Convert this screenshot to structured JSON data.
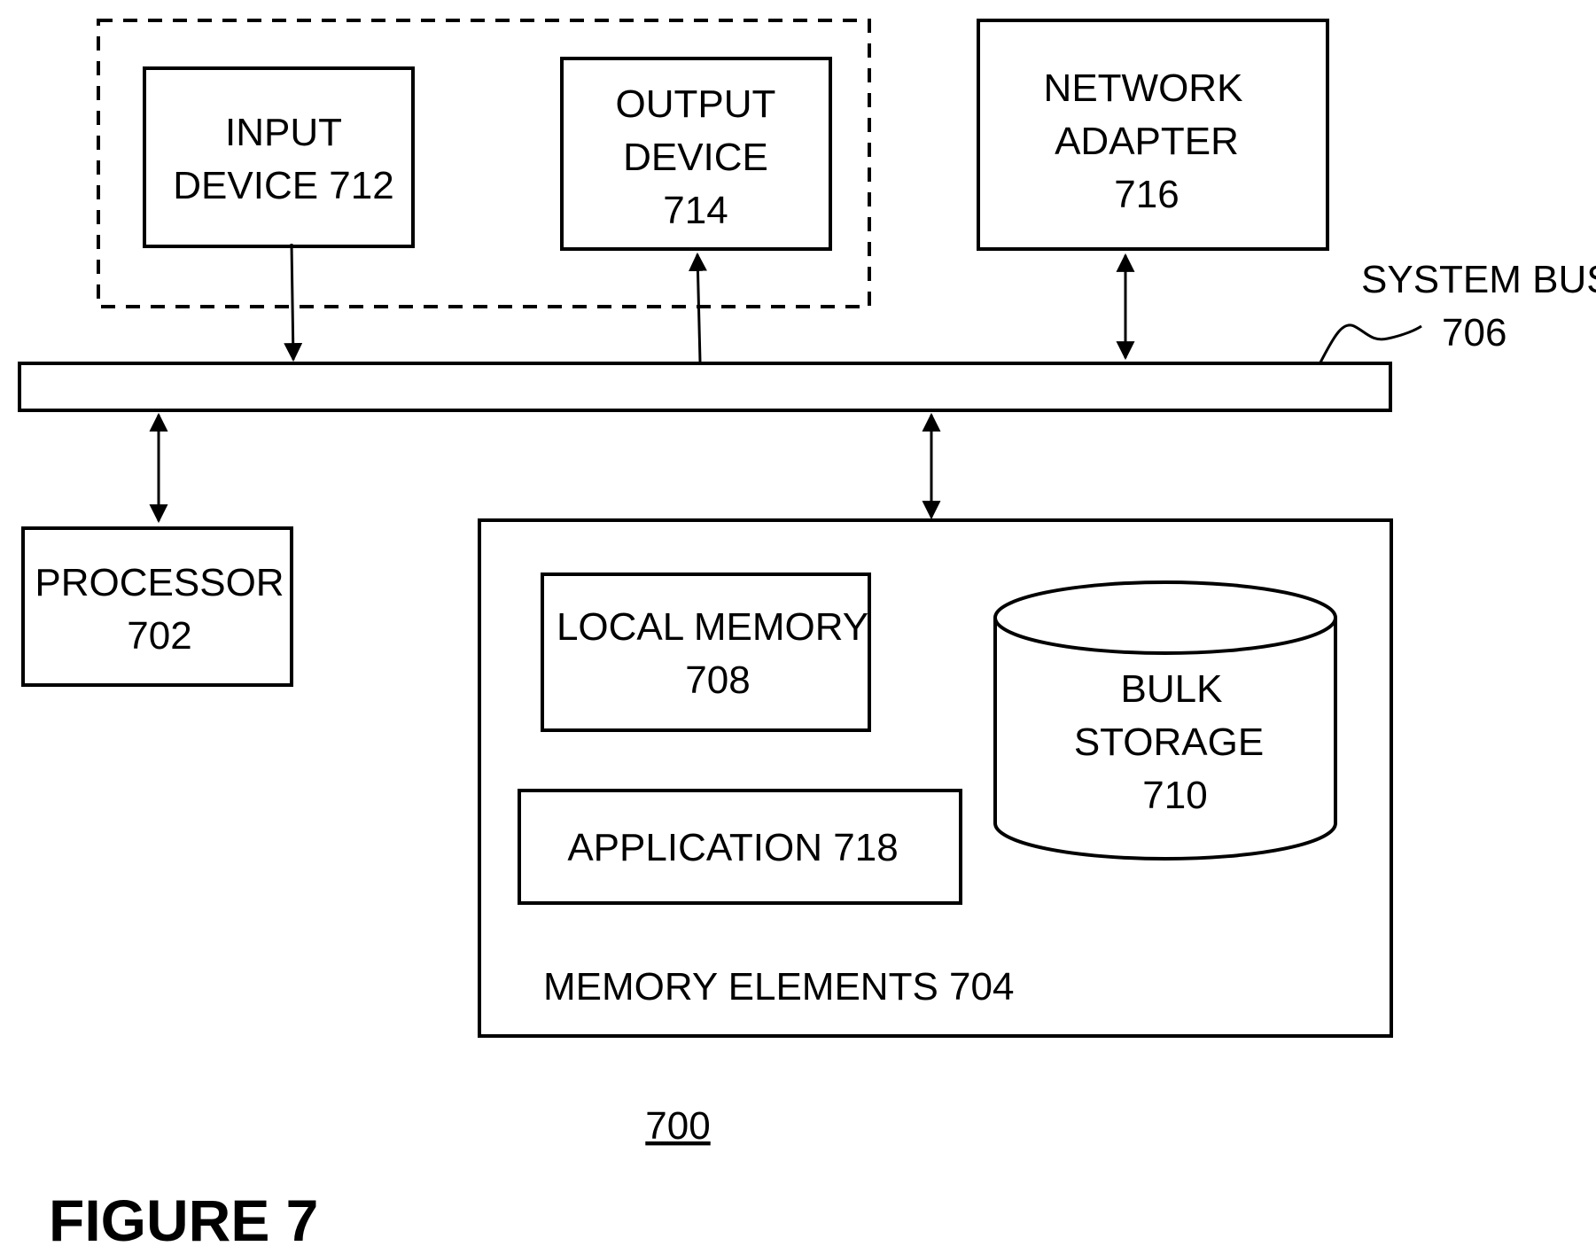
{
  "figure_label": "FIGURE 7",
  "reference_numeral": "700",
  "components": {
    "input_device": {
      "lines": [
        "INPUT",
        "DEVICE 712"
      ]
    },
    "output_device": {
      "lines": [
        "OUTPUT",
        "DEVICE",
        "714"
      ]
    },
    "network_adapter": {
      "lines": [
        "NETWORK",
        "ADAPTER",
        "716"
      ]
    },
    "system_bus": {
      "lines": [
        "SYSTEM BUS",
        "706"
      ]
    },
    "processor": {
      "lines": [
        "PROCESSOR",
        "702"
      ]
    },
    "memory_elements": {
      "label": "MEMORY ELEMENTS 704"
    },
    "local_memory": {
      "lines": [
        "LOCAL MEMORY",
        "708"
      ]
    },
    "bulk_storage": {
      "lines": [
        "BULK",
        "STORAGE",
        "710"
      ]
    },
    "application": {
      "label": "APPLICATION 718"
    }
  },
  "connections": [
    {
      "from": "input_device",
      "to": "system_bus",
      "direction": "one-way"
    },
    {
      "from": "system_bus",
      "to": "output_device",
      "direction": "one-way"
    },
    {
      "from": "network_adapter",
      "to": "system_bus",
      "direction": "bidirectional"
    },
    {
      "from": "system_bus",
      "to": "processor",
      "direction": "bidirectional"
    },
    {
      "from": "system_bus",
      "to": "memory_elements",
      "direction": "bidirectional"
    }
  ]
}
